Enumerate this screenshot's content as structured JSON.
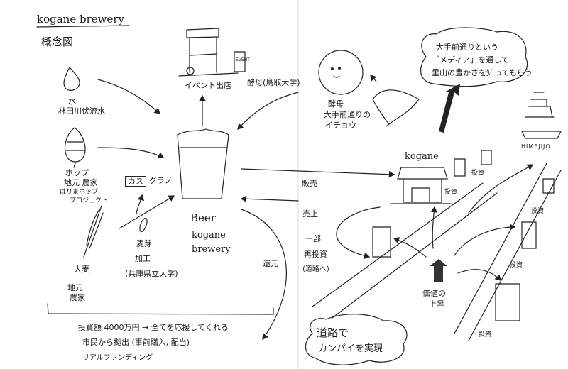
{
  "header": {
    "title": "kogane brewery",
    "subtitle": "概念図"
  },
  "ingredients": {
    "water": {
      "name": "水",
      "source": "林田川伏流水"
    },
    "hop": {
      "name": "ホップ",
      "source": "地元 農家",
      "project_1": "はりまホップ",
      "project_2": "プロジェクト"
    },
    "barley": {
      "name": "大麦",
      "source_1": "地元",
      "source_2": "農家"
    },
    "malt": {
      "name": "麦芽",
      "process": "加工",
      "partner": "(兵庫県立大学)"
    },
    "byproduct": {
      "box": "カス",
      "product": "グラノ"
    }
  },
  "event": {
    "label": "イベント出店",
    "sign": "EVENT"
  },
  "yeast_source": "酵母(鳥取大学)",
  "yeast": {
    "line1": "酵母",
    "line2": "大手前通りの",
    "line3": "イチョウ"
  },
  "media_cloud": {
    "line1": "大手前通りという",
    "line2": "「メディア」を通して",
    "line3": "里山の豊かさを知ってもらう"
  },
  "castle": {
    "label": "HIMEJIJO"
  },
  "beer": {
    "line1": "Beer",
    "line2": "kogane",
    "line3": "brewery"
  },
  "shop": {
    "label": "kogane"
  },
  "flows": {
    "sales": "販売",
    "revenue": "売上",
    "return": "還元",
    "invest": "投資"
  },
  "reinvest": {
    "line1": "一部",
    "line2": "再投資",
    "line3": "(道路へ)"
  },
  "value": {
    "line1": "価値の",
    "line2": "上昇"
  },
  "funding": {
    "line1": "投資額 4000万円 → 全てを応援してくれる",
    "line2": "市民から拠出 (事前購入, 配当)",
    "line3": "リアルファンディング"
  },
  "road_cloud": {
    "line1": "道路で",
    "line2": "カンパイを実現"
  }
}
